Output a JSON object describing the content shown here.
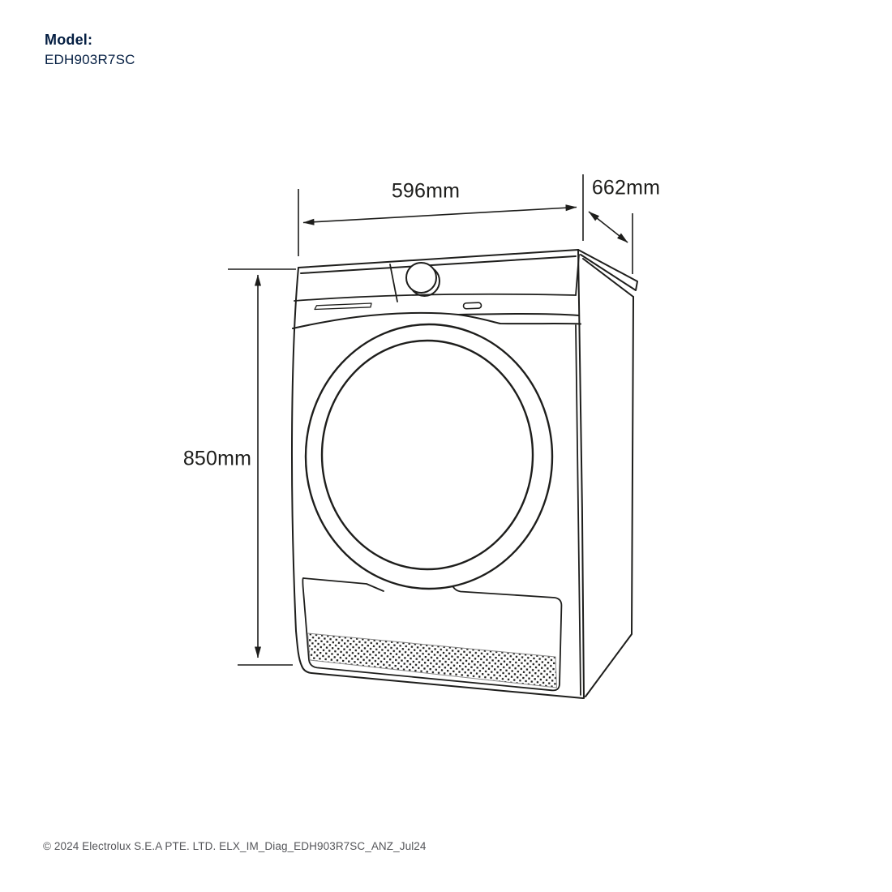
{
  "model": {
    "heading": "Model:",
    "code": "EDH903R7SC"
  },
  "dimensions": {
    "width_label": "596mm",
    "depth_label": "662mm",
    "height_label": "850mm"
  },
  "footer": {
    "copyright": "© 2024 Electrolux S.E.A PTE. LTD. ELX_IM_Diag_EDH903R7SC_ANZ_Jul24"
  },
  "drawing": {
    "subject": "front-load condenser clothes dryer, three-quarter perspective line drawing",
    "line_color": "#1e1e1c",
    "dimension_line_color": "#1d1d1b",
    "model_text_color": "#041e42",
    "copyright_text_color": "#55565a",
    "background_color": "#ffffff"
  }
}
